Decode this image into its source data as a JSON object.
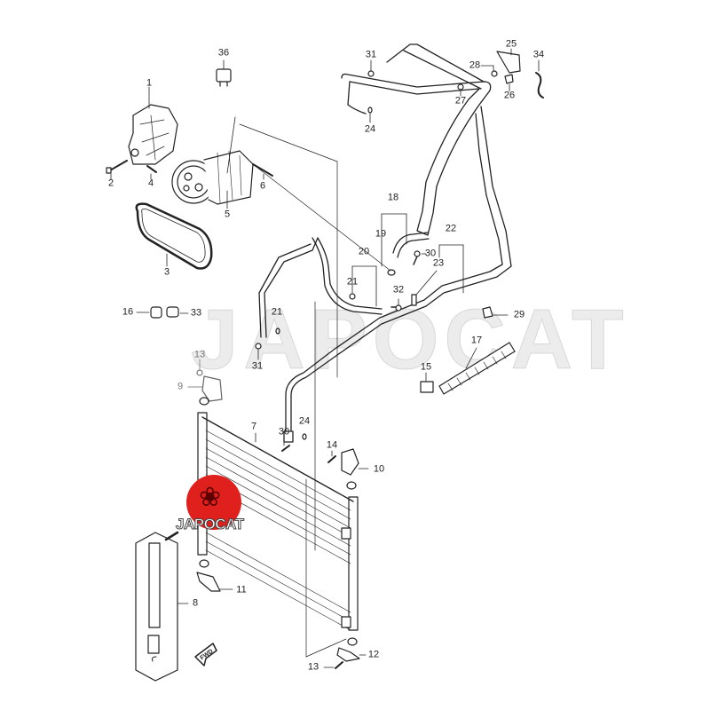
{
  "watermark": "JAPOCAT",
  "logo": {
    "text": "JAPOCAT",
    "color": "#e0201c"
  },
  "fwd_arrow": "FWD",
  "callouts": [
    {
      "id": "c1",
      "label": "1"
    },
    {
      "id": "c2",
      "label": "2"
    },
    {
      "id": "c3",
      "label": "3"
    },
    {
      "id": "c4",
      "label": "4"
    },
    {
      "id": "c5",
      "label": "5"
    },
    {
      "id": "c6",
      "label": "6"
    },
    {
      "id": "c7",
      "label": "7"
    },
    {
      "id": "c8",
      "label": "8"
    },
    {
      "id": "c9",
      "label": "9"
    },
    {
      "id": "c10",
      "label": "10"
    },
    {
      "id": "c11",
      "label": "11"
    },
    {
      "id": "c12",
      "label": "12"
    },
    {
      "id": "c13a",
      "label": "13"
    },
    {
      "id": "c13b",
      "label": "13"
    },
    {
      "id": "c14",
      "label": "14"
    },
    {
      "id": "c15",
      "label": "15"
    },
    {
      "id": "c16",
      "label": "16"
    },
    {
      "id": "c17",
      "label": "17"
    },
    {
      "id": "c18",
      "label": "18"
    },
    {
      "id": "c19",
      "label": "19"
    },
    {
      "id": "c20",
      "label": "20"
    },
    {
      "id": "c21a",
      "label": "21"
    },
    {
      "id": "c21b",
      "label": "21"
    },
    {
      "id": "c22",
      "label": "22"
    },
    {
      "id": "c23",
      "label": "23"
    },
    {
      "id": "c24a",
      "label": "24"
    },
    {
      "id": "c24b",
      "label": "24"
    },
    {
      "id": "c25",
      "label": "25"
    },
    {
      "id": "c26",
      "label": "26"
    },
    {
      "id": "c27",
      "label": "27"
    },
    {
      "id": "c28",
      "label": "28"
    },
    {
      "id": "c29",
      "label": "29"
    },
    {
      "id": "c30a",
      "label": "30"
    },
    {
      "id": "c30b",
      "label": "30"
    },
    {
      "id": "c31a",
      "label": "31"
    },
    {
      "id": "c31b",
      "label": "31"
    },
    {
      "id": "c32",
      "label": "32"
    },
    {
      "id": "c33",
      "label": "33"
    },
    {
      "id": "c34",
      "label": "34"
    },
    {
      "id": "c36",
      "label": "36"
    }
  ]
}
